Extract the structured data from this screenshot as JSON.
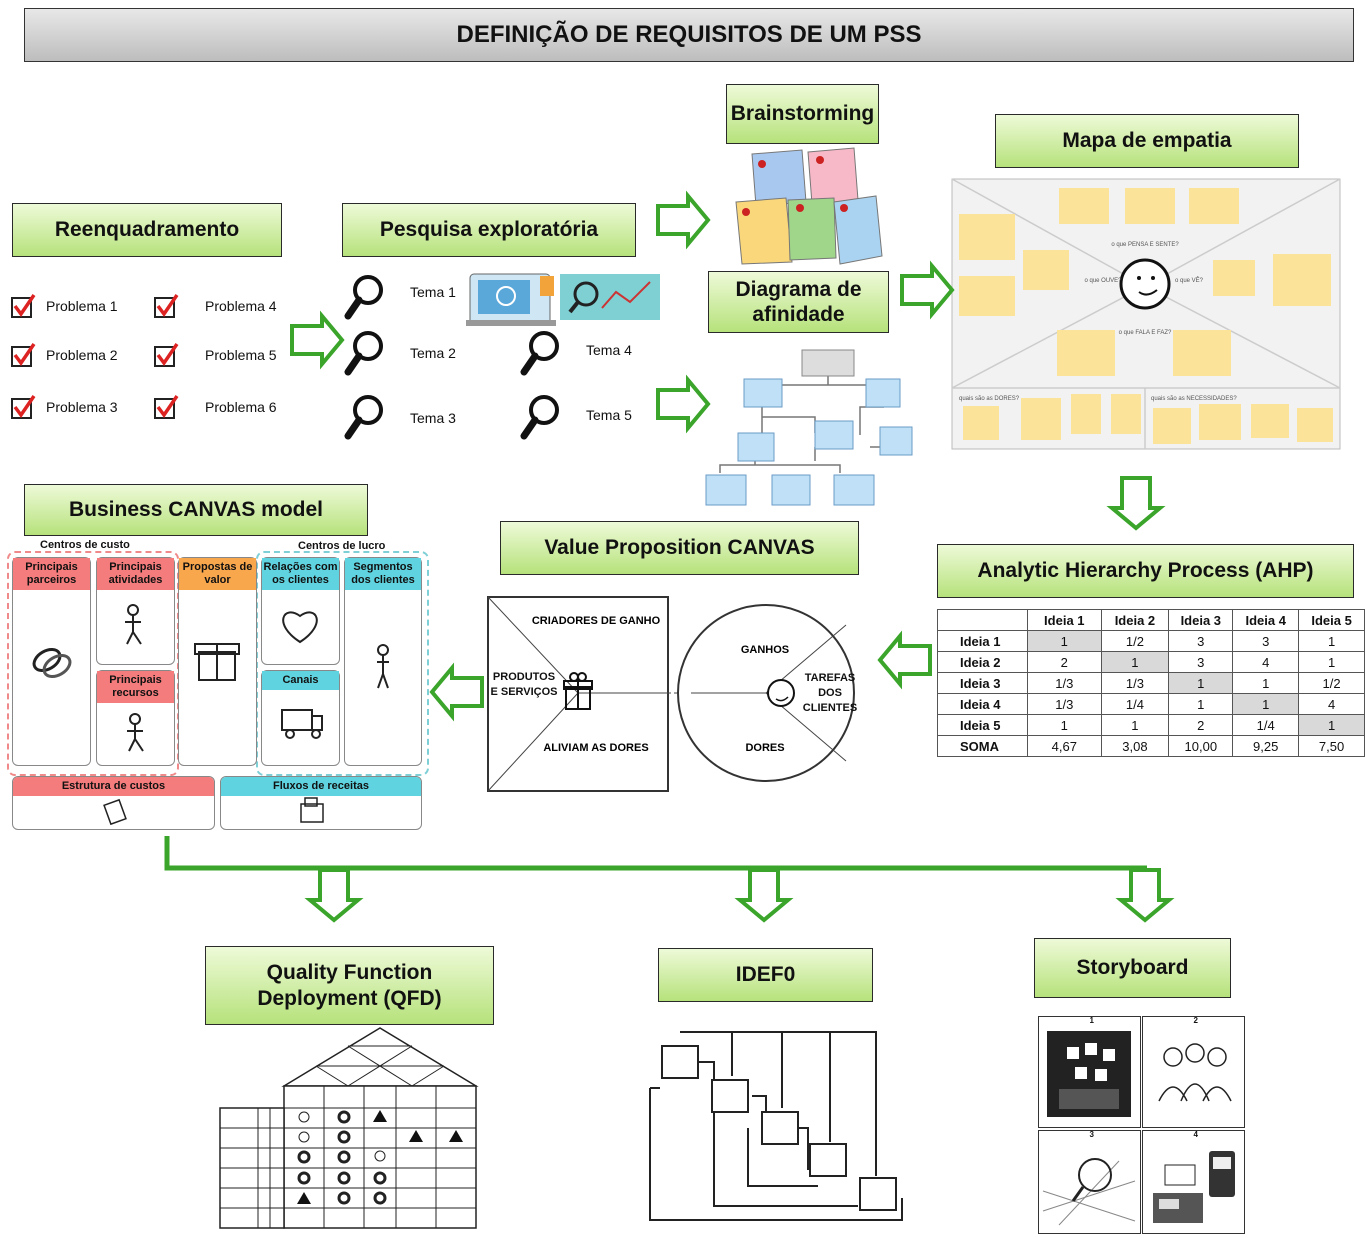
{
  "title": "DEFINIÇÃO DE REQUISITOS DE UM PSS",
  "boxes": {
    "reenquadramento": "Reenquadramento",
    "pesquisa": "Pesquisa exploratória",
    "brainstorming": "Brainstorming",
    "diagrama": "Diagrama de afinidade",
    "empatia": "Mapa de empatia",
    "ahp": "Analytic Hierarchy Process (AHP)",
    "vpc": "Value Proposition CANVAS",
    "bmc": "Business CANVAS model",
    "qfd": "Quality Function Deployment (QFD)",
    "idef0": "IDEF0",
    "storyboard": "Storyboard"
  },
  "problems": [
    "Problema 1",
    "Problema 2",
    "Problema 3",
    "Problema 4",
    "Problema 5",
    "Problema 6"
  ],
  "temas": [
    "Tema 1",
    "Tema 2",
    "Tema 3",
    "Tema 4",
    "Tema 5"
  ],
  "empathy": {
    "top": "o que PENSA E SENTE?",
    "left": "o que OUVE?",
    "right": "o que VÊ?",
    "bottom": "o que FALA E FAZ?",
    "dores": "quais são as DORES?",
    "necessidades": "quais são as NECESSIDADES?"
  },
  "ahp_table": {
    "headers": [
      "",
      "Ideia 1",
      "Ideia 2",
      "Ideia 3",
      "Ideia 4",
      "Ideia 5"
    ],
    "rows": [
      [
        "Ideia 1",
        "1",
        "1/2",
        "3",
        "3",
        "1"
      ],
      [
        "Ideia 2",
        "2",
        "1",
        "3",
        "4",
        "1"
      ],
      [
        "Ideia 3",
        "1/3",
        "1/3",
        "1",
        "1",
        "1/2"
      ],
      [
        "Ideia 4",
        "1/3",
        "1/4",
        "1",
        "1",
        "4"
      ],
      [
        "Ideia 5",
        "1",
        "1",
        "2",
        "1/4",
        "1"
      ],
      [
        "SOMA",
        "4,67",
        "3,08",
        "10,00",
        "9,25",
        "7,50"
      ]
    ]
  },
  "vpc": {
    "criadores": "CRIADORES DE GANHO",
    "produtos": "PRODUTOS E SERVIÇOS",
    "aliviam": "ALIVIAM AS DORES",
    "ganhos": "GANHOS",
    "tarefas": "TAREFAS DOS CLIENTES",
    "dores": "DORES"
  },
  "bmc": {
    "centros_custo": "Centros de custo",
    "centros_lucro": "Centros de lucro",
    "parceiros": "Principais parceiros",
    "atividades": "Principais atividades",
    "recursos": "Principais recursos",
    "propostas": "Propostas de valor",
    "relacoes": "Relações com os clientes",
    "canais": "Canais",
    "segmentos": "Segmentos dos clientes",
    "estrutura": "Estrutura de custos",
    "fluxos": "Fluxos de receitas"
  },
  "storyboard_frames": [
    "1",
    "2",
    "3",
    "4"
  ],
  "colors": {
    "arrow": "#3aa52a",
    "box_top": "#eefad8",
    "box_bottom": "#b6e27b"
  }
}
